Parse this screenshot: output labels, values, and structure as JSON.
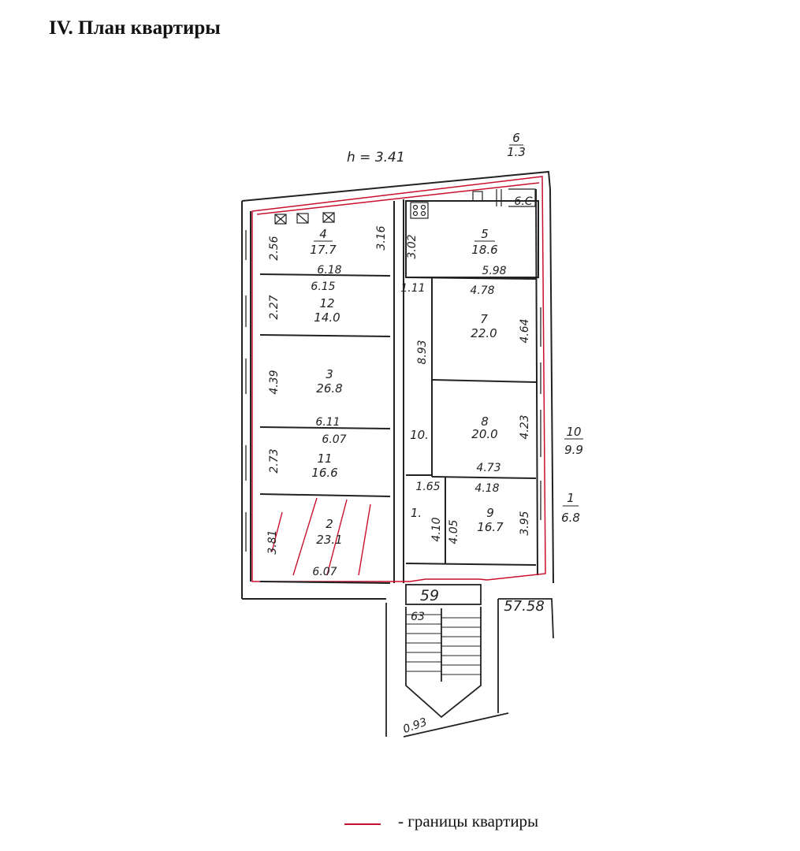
{
  "title": "IV. План квартиры",
  "height_label": "h = 3.41",
  "legend": {
    "text": "- границы квартиры",
    "color": "#c8102e"
  },
  "rooms": [
    {
      "id": "room-4",
      "num": "4",
      "area": "17.7"
    },
    {
      "id": "room-12",
      "num": "12",
      "area": "14.0"
    },
    {
      "id": "room-3",
      "num": "3",
      "area": "26.8"
    },
    {
      "id": "room-11",
      "num": "11",
      "area": "16.6"
    },
    {
      "id": "room-2",
      "num": "2",
      "area": "23.1"
    },
    {
      "id": "room-5",
      "num": "5",
      "area": "18.6"
    },
    {
      "id": "room-7",
      "num": "7",
      "area": "22.0"
    },
    {
      "id": "room-8",
      "num": "8",
      "area": "20.0"
    },
    {
      "id": "room-9",
      "num": "9",
      "area": "16.7"
    },
    {
      "id": "room-1-corridor",
      "num": "1.",
      "area": ""
    },
    {
      "id": "room-10-corridor",
      "num": "10.",
      "area": ""
    },
    {
      "id": "room-6-outside",
      "num": "6",
      "area": "1.3"
    },
    {
      "id": "room-10-outside",
      "num": "10",
      "area": "9.9"
    },
    {
      "id": "room-1-outside",
      "num": "1",
      "area": "6.8"
    }
  ],
  "dims": {
    "d_256": "2.56",
    "d_316": "3.16",
    "d_618": "6.18",
    "d_615": "6.15",
    "d_227": "2.27",
    "d_439": "4.39",
    "d_611": "6.11",
    "d_607a": "6.07",
    "d_273": "2.73",
    "d_381": "3.81",
    "d_607b": "6.07",
    "d_302": "3.02",
    "d_598": "5.98",
    "d_111": "1.11",
    "d_478": "4.78",
    "d_464": "4.64",
    "d_893": "8.93",
    "d_423": "4.23",
    "d_473": "4.73",
    "d_165": "1.65",
    "d_418": "4.18",
    "d_410": "4.10",
    "d_405": "4.05",
    "d_395": "3.95",
    "d_093": "0.93",
    "d_6c": "6.С"
  },
  "stair_labels": {
    "top": "59",
    "bottom": "63",
    "right": "57.58"
  }
}
